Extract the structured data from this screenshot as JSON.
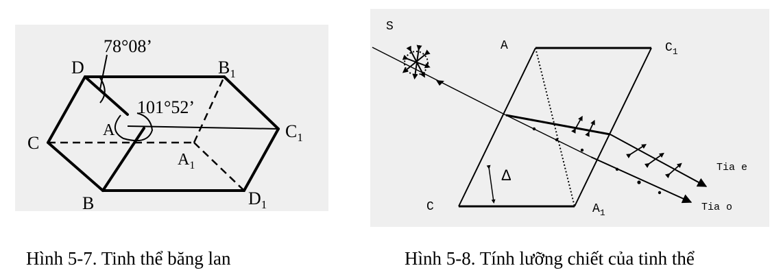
{
  "figures": [
    {
      "caption": "Hình 5-7.  Tinh thể băng lan",
      "vertex_labels": {
        "D": "D",
        "B1": "B",
        "B1_sub": "1",
        "C": "C",
        "A": "A",
        "C1": "C",
        "C1_sub": "1",
        "A1": "A",
        "A1_sub": "1",
        "B": "B",
        "D1": "D",
        "D1_sub": "1"
      },
      "angles": {
        "obtuse": "78°08’",
        "acute": "101°52’"
      }
    },
    {
      "caption": "Hình 5-8. Tính lưỡng chiết của tinh thể",
      "labels": {
        "source": "S",
        "A": "A",
        "C1": "C",
        "C1_sub": "1",
        "C": "C",
        "A1": "A",
        "A1_sub": "1",
        "delta": "Δ",
        "ray_e": "Tia e",
        "ray_o": "Tia o"
      }
    }
  ]
}
